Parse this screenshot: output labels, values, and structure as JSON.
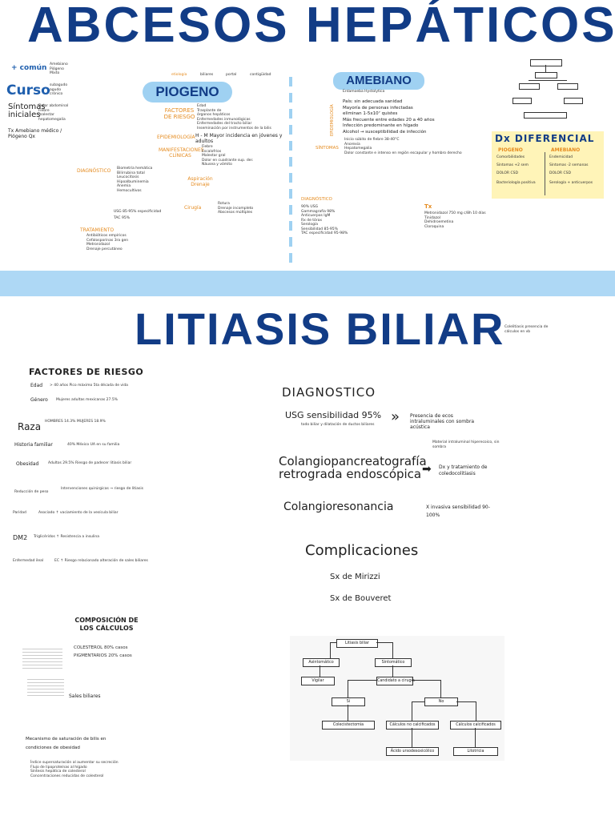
{
  "top": {
    "title": "ABCESOS HEPÁTICOS",
    "left_margin": {
      "mas_comun": "+ común",
      "mas_comun_items": [
        "Amebiano",
        "Piógeno",
        "Mixto"
      ],
      "curso": "Curso",
      "curso_items": [
        "subagudo",
        "agudo",
        "crónico"
      ],
      "sintomas": "Síntomas iniciales",
      "sintomas_items": [
        "Dolor abdominal",
        "Fiebre",
        "malestar",
        "hepatomegalia"
      ],
      "tx": "Tx Amebiano  médico / Piógeno  Qx"
    },
    "piogeno": {
      "pill": "PIOGENO",
      "header_tags": [
        "etiología",
        "biliares",
        "portal",
        "contigüidad"
      ],
      "factores_label": "FACTORES DE RIESGO",
      "factores_items": [
        "Edad",
        "Trasplante de",
        "órganos hepáticos",
        "Enfermedades inmunológicas",
        "Enfermedades del tracto biliar",
        "Inseminación por instrumentos de la bilis"
      ],
      "epidemiologia_label": "EPIDEMIOLOGÍA",
      "epidemiologia_text": "H - M  Mayor incidencia en jóvenes y adultos",
      "manifestaciones_label": "MANIFESTACIONES CLÍNICAS",
      "manifestaciones_items": [
        "Fiebre",
        "Escalofríos",
        "Malestar gral",
        "Dolor en cuadrante sup. der.",
        "Náusea y vómito"
      ],
      "diagnostico_label": "DIAGNÓSTICO",
      "diagnostico_items": [
        "Biometría hemática",
        "Bilirrubina total",
        "Leucocitosis",
        "Hipoalbuminemia",
        "Anemia",
        "Hemocultivos"
      ],
      "usg_text": "USG 85-95% especificidad",
      "tac_text": "TAC 95%",
      "tratamiento_label": "TRATAMIENTO",
      "tratamiento_items": [
        "Antibióticos empíricos",
        "Cefalosporinas 3ra gen",
        "Metronidazol",
        "Drenaje percutáneo"
      ],
      "aspiracion_label": "Aspiración Drenaje",
      "cirugia_label": "Cirugía",
      "cirugia_items": [
        "Rotura",
        "Drenaje incompleto",
        "Abscesos múltiples"
      ]
    },
    "amebiano": {
      "pill": "AMEBIANO",
      "subtitle": "Entamoeba Hystolytica",
      "epidemiologia_label": "EPIDEMIOLOGÍA",
      "epidemiologia_items": [
        "País: sin adecuada sanidad",
        "Mayoría de personas infectadas",
        "eliminan 1-5x10⁷ quistes",
        "Más frecuente entre edades 20 a 40 años",
        "Infección predominante en hígado",
        "Alcohol → susceptibilidad de infección"
      ],
      "sintomas_label": "SÍNTOMAS",
      "sintomas_items": [
        "Inicio súbito de fiebre 38-40°C",
        "Anorexia",
        "Hepatomegalia",
        "Dolor constante e intenso en región escapular y hombro derecho"
      ],
      "diagnostico_label": "DIAGNÓSTICO",
      "diagnostico_items": [
        "90% USG",
        "Gammagrafía 98%",
        "Anticuerpos IgM",
        "Rx de tórax",
        "Serología",
        "Sensibilidad 85-95%",
        "TAC especificidad 95-98%"
      ],
      "tx_label": "Tx",
      "tx_items": [
        "Metronidazol 750 mg c/8h 10 días",
        "Tinidazol",
        "Dehidroemetina",
        "Cloroquina"
      ]
    },
    "dx_diferencial": {
      "title": "Dx DIFERENCIAL",
      "col_left": "PIOGENO",
      "col_right": "AMEBIANO",
      "rows": [
        [
          "Comorbilidades",
          "Endemicidad"
        ],
        [
          "Síntomas +2 sem",
          "Síntomas -2 semanas"
        ],
        [
          "DOLOR CSD",
          "DOLOR CSD"
        ],
        [
          "Bacteriología positiva",
          "Serología + anticuerpos"
        ]
      ]
    }
  },
  "bottom": {
    "title": "LITIASIS BILIAR",
    "title_note": "Colelitiasis presencia de cálculos en vb",
    "factores_title": "FACTORES DE RIESGO",
    "factores": [
      {
        "label": "Edad",
        "text": "> 40 años  Pico máximo 5ta década de vida"
      },
      {
        "label": "Género",
        "text": "Mujeres adultas mexicanas 27.5%"
      },
      {
        "label": "Raza",
        "text": "HOMBRES 14.3%  MUJERES 18.9%"
      },
      {
        "label": "Historia familiar",
        "text": "40% México UA en su familia"
      },
      {
        "label": "Obesidad",
        "text": "Adultos 29.5%  Riesgo de padecer litiasis biliar"
      },
      {
        "label": "Reducción de peso",
        "text": "Intervenciones quirúrgicas → riesgo de litiasis"
      },
      {
        "label": "Paridad",
        "text": "Asociado ↑ vaciamiento de la vesícula biliar"
      },
      {
        "label": "DM2",
        "text": "Triglicéridos ↑  Resistencia a insulina"
      },
      {
        "label": "Enfermedad ileal",
        "text": "EC ↑ Riesgo relacionado alteración de sales biliares"
      }
    ],
    "composicion_title": "COMPOSICIÓN DE LOS CÁLCULOS",
    "composicion_items": [
      "COLESTEROL 80% casos",
      "PIGMENTARIOS 20% casos",
      "Sales biliares"
    ],
    "mecanismo_text": "Mecanismo de saturación de bilis en condiciones de obesidad",
    "mecanismo_items": [
      "Índice supersaturación al aumentar su secreción",
      "Flujo de lipoproteínas al hígado",
      "Síntesis hepática de colesterol",
      "Concentraciones reducidas de colesterol"
    ],
    "diagnostico_title": "DIAGNOSTICO",
    "usg": "USG  sensibilidad 95%",
    "usg_sub": "todo biliar y dilatación de ductos biliares",
    "usg_result": "Presencia de ecos intraluminales con sombra acústica",
    "bilirr": "Material intraluminal hiperecoico, sin sombra",
    "cpre": "Colangiopancreatografía retrograda endoscópica",
    "cpre_result": "Dx y tratamiento de coledocolitiasis",
    "colangio": "Colangioresonancia",
    "colangio_result": "X invasiva  sensibilidad 90-100%",
    "complicaciones_title": "Complicaciones",
    "complicaciones": [
      "Sx de Mirizzi",
      "Sx de Bouveret"
    ],
    "flowchart": {
      "root": "Litiasis biliar",
      "asintomatico": "Asintomático",
      "sintomatico": "Sintomático",
      "vigilar": "Vigilar",
      "candidato": "Candidato a cirugía",
      "si": "Sí",
      "no": "No",
      "colecistectomia": "Colecistectomía",
      "no_calcificados": "Cálculos no calcificados",
      "calcificados": "Cálculos calcificados",
      "acido": "Ácido ursodesoxicólico",
      "litotricia": "Litotricia"
    }
  }
}
